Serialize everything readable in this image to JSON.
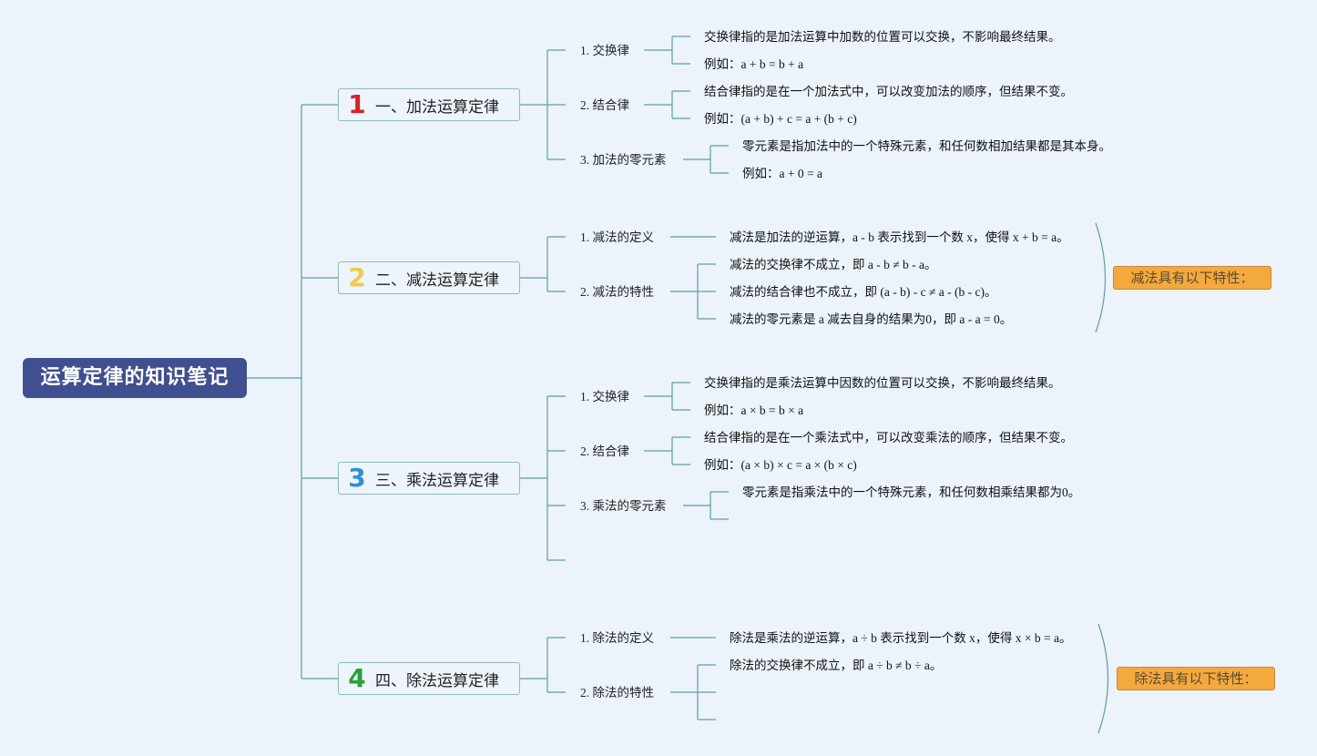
{
  "root": {
    "title": "运算定律的知识笔记"
  },
  "colors": {
    "background": "#ecf3fb",
    "root_fill": "#3f4f8f",
    "line": "#5f9ea0",
    "tag_fill": "#f4a93e",
    "num1": "#d2232a",
    "num2": "#f2c94c",
    "num3": "#2d8fd6",
    "num4": "#2e9e3a"
  },
  "branches": [
    {
      "num": "1",
      "label": "一、加法运算定律",
      "items": [
        {
          "label": "1. 交换律",
          "leaves": [
            "交换律指的是加法运算中加数的位置可以交换，不影响最终结果。",
            "例如：a + b = b + a"
          ]
        },
        {
          "label": "2. 结合律",
          "leaves": [
            "结合律指的是在一个加法式中，可以改变加法的顺序，但结果不变。",
            "例如：(a + b) + c = a + (b + c)"
          ]
        },
        {
          "label": "3. 加法的零元素",
          "leaves": [
            "零元素是指加法中的一个特殊元素，和任何数相加结果都是其本身。",
            "例如：a + 0 = a"
          ]
        }
      ]
    },
    {
      "num": "2",
      "label": "二、减法运算定律",
      "items": [
        {
          "label": "1. 减法的定义",
          "leaves": [
            "减法是加法的逆运算，a - b 表示找到一个数 x，使得 x + b = a。"
          ]
        },
        {
          "label": "2. 减法的特性",
          "leaves": [
            "减法的交换律不成立，即 a - b ≠ b - a。",
            "减法的结合律也不成立，即 (a - b) - c ≠ a - (b - c)。",
            "减法的零元素是 a 减去自身的结果为0，即 a - a = 0。"
          ]
        }
      ],
      "tag": "减法具有以下特性："
    },
    {
      "num": "3",
      "label": "三、乘法运算定律",
      "items": [
        {
          "label": "1. 交换律",
          "leaves": [
            "交换律指的是乘法运算中因数的位置可以交换，不影响最终结果。",
            "例如：a × b = b × a"
          ]
        },
        {
          "label": "2. 结合律",
          "leaves": [
            "结合律指的是在一个乘法式中，可以改变乘法的顺序，但结果不变。",
            "例如：(a × b) × c = a × (b × c)"
          ]
        },
        {
          "label": "3. 乘法的零元素",
          "leaves": [
            "零元素是指乘法中的一个特殊元素，和任何数相乘结果都为0。"
          ]
        }
      ]
    },
    {
      "num": "4",
      "label": "四、除法运算定律",
      "items": [
        {
          "label": "1. 除法的定义",
          "leaves": [
            "除法是乘法的逆运算，a ÷ b 表示找到一个数 x，使得 x × b = a。"
          ]
        },
        {
          "label": "2. 除法的特性",
          "leaves": [
            "除法的交换律不成立，即 a ÷ b ≠ b ÷ a。"
          ]
        }
      ],
      "tag": "除法具有以下特性："
    }
  ]
}
